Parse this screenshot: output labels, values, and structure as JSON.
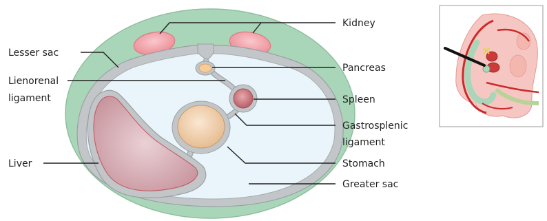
{
  "labels": {
    "kidney": "Kidney",
    "lesser_sac": "Lesser sac",
    "pancreas": "Pancreas",
    "lienorenal_line1": "Lienorenal",
    "lienorenal_line2": "ligament",
    "spleen": "Spleen",
    "gastrosplenic_line1": "Gastrosplenic",
    "gastrosplenic_line2": "ligament",
    "liver": "Liver",
    "stomach": "Stomach",
    "greater_sac": "Greater sac"
  },
  "colors": {
    "body_wall": "#a9d6b8",
    "peritoneum": "#c2c6c8",
    "cavity": "#eaf4fb",
    "kidney": "#f3a9b0",
    "liver": "#d7aeb6",
    "spleen": "#c7777e",
    "stomach": "#efcda7",
    "pancreas": "#f5cc9a",
    "embryo_pink": "#f6c7c2",
    "embryo_red": "#cc2a2a",
    "embryo_green": "#a9d6b8"
  },
  "inset": {
    "icons": [
      "embryo-illustration",
      "section-plane-indicator"
    ]
  }
}
